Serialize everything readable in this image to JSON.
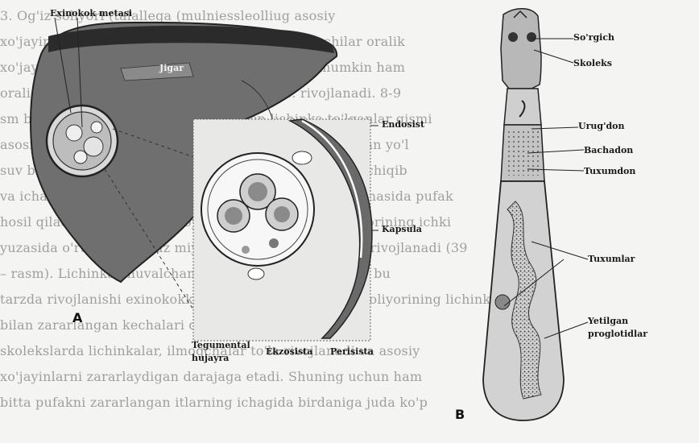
{
  "background_text": [
    "3. Og'iz soliyori (talallega (mulniessleolliug asosiy",
    "xo'jayini ilgak qo'rilar va boshqa. ..... sut emizuvchilar oralik",
    "xo'jayini esa qo'ylar, ba zan echki......... bo'lishi mumkin ham",
    "oralig xo'jayini bo'lishlari mumkin. O'z ........ rivojlanadi. 8-9",
    "sm bo'lgan voyaga yetilgan tasmasimon lichinka to'lganlar qismi",
    "asosiy xo'jayinning ichagi orqali tushgan bo'g'imlar bilan yo'l",
    "suv bilan qo'shilib o'tib, ularning ichidan onkosferalar chiqib",
    "va ichak devori orqali qonga o'tadi va jigar, o'pka to'qimasida pufak",
    "hosil qiladi. Pufakcham bir oy va undan ko'p pufak devorining ichki",
    "yuzasida o'rta hamda kuz miya soliyorining skolekslari rivojlanadi (39",
    "– rasm). Lichinka chuvalchangining pufak bosqichining bu",
    "tarzda rivojlanishi exinokokkoz deyiladi. Qo'ylar miya soliyorining lichinkasi",
    "bilan zararlangan kechalari qo'y va echki, sonuniga",
    "skolekslarda lichinkalar, ilmoqchalar to'la rivojlanadi va asosiy",
    "xo'jayinlarni zararlaydigan darajaga etadi. Shuning uchun ham",
    "bitta pufakni zararlangan itlarning ichagida birdaniga juda ko'p"
  ],
  "figure_a": {
    "panel_label": "A",
    "labels": {
      "exinokokk_metastasi": "Exinokok metasi",
      "jigar": "Jigar",
      "endosista": "Endosist",
      "kapsula": "Kapsula",
      "tegumental_line1": "Tegumental",
      "tegumental_line2": "hujayra",
      "ekzosista": "Ekzosista",
      "perisista": "Perisista"
    }
  },
  "figure_b": {
    "panel_label": "B",
    "labels": {
      "sorgich": "So'rgich",
      "skoleks": "Skoleks",
      "urugdon": "Urug'don",
      "bachadon": "Bachadon",
      "tuxumdon": "Tuxumdon",
      "tuxumlar": "Tuxumlar",
      "yetilgan_line1": "Yetilgan",
      "yetilgan_line2": "proglotidlar"
    }
  }
}
